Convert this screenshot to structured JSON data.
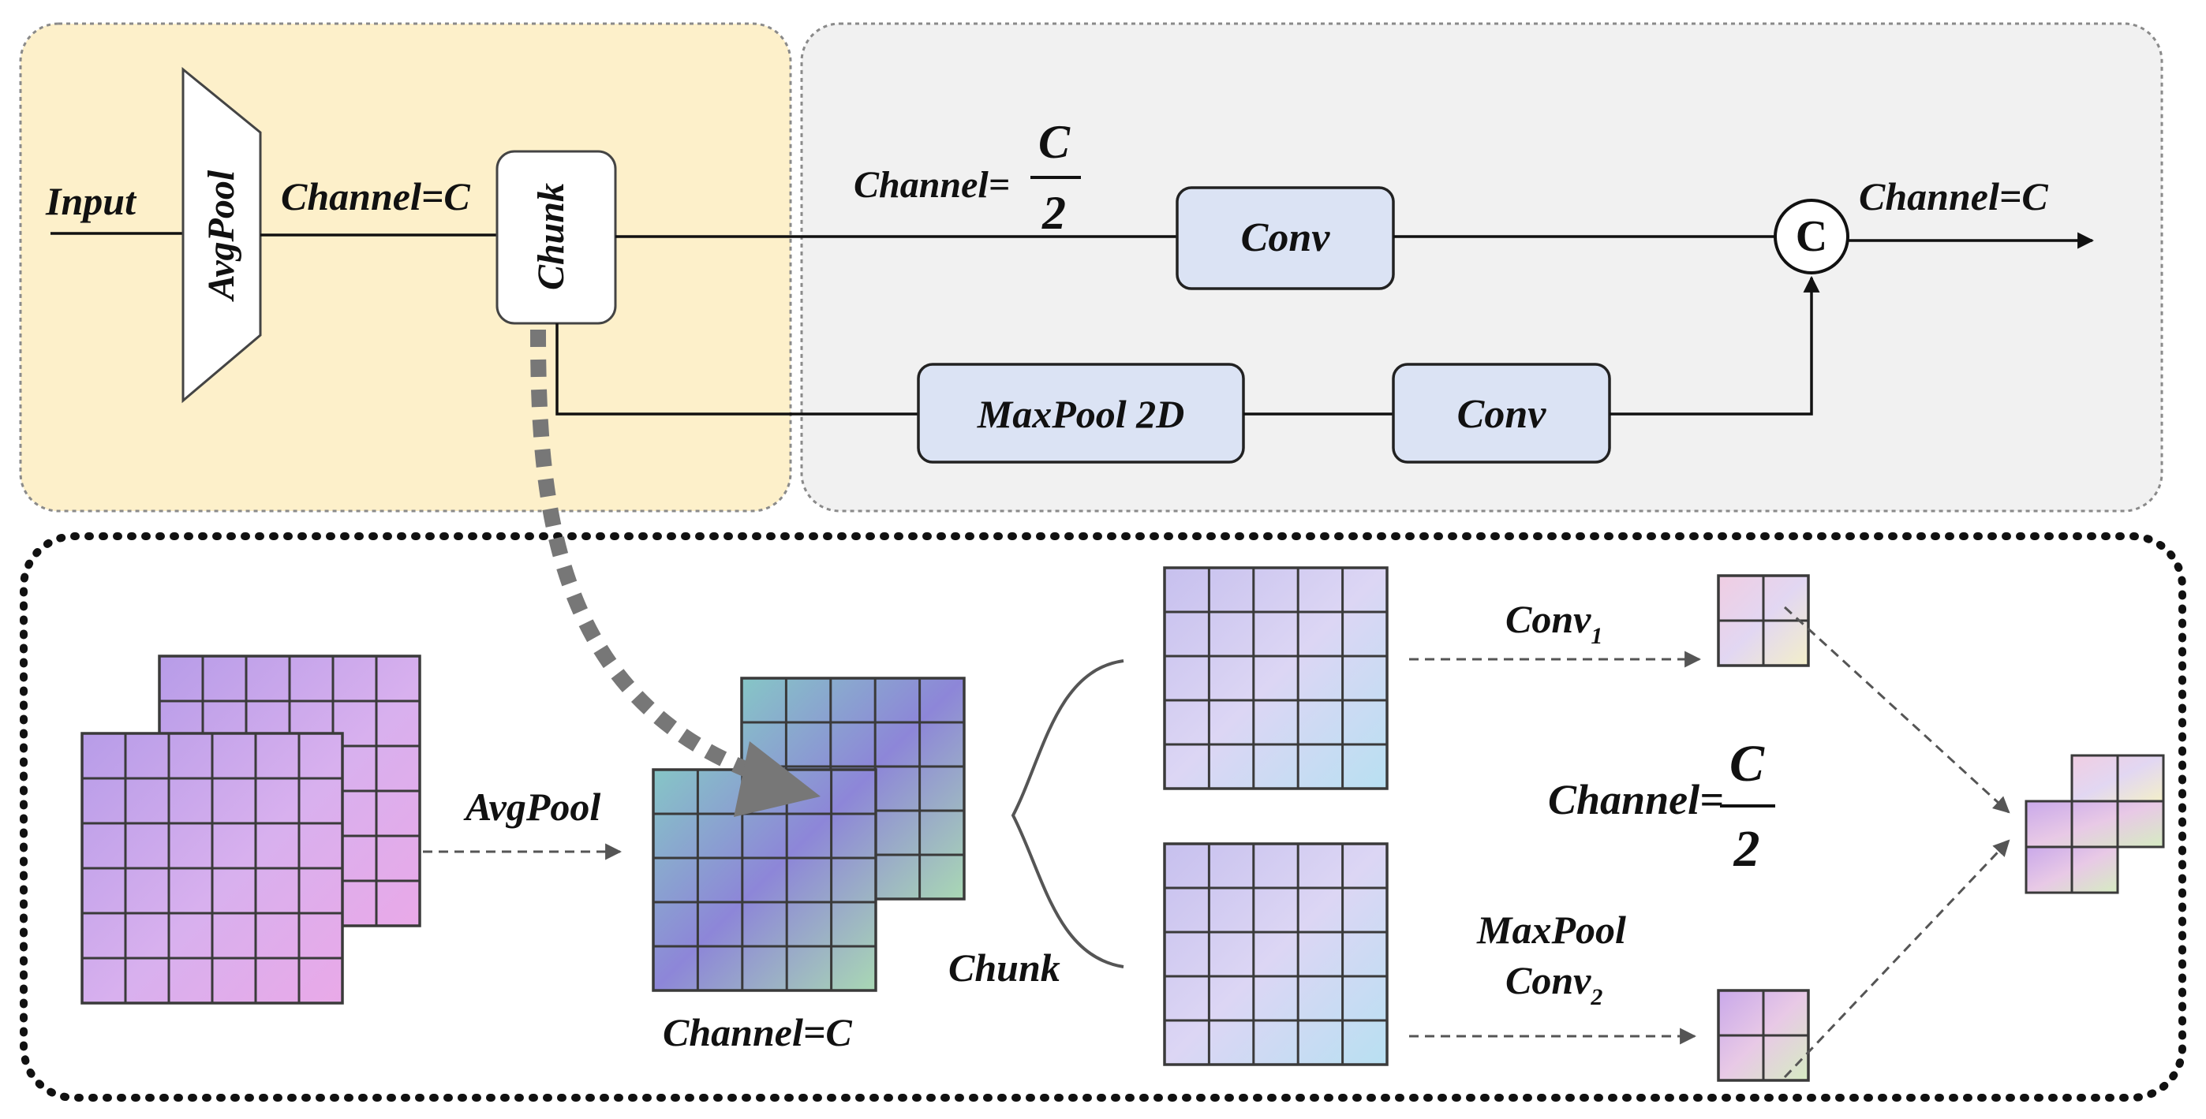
{
  "top": {
    "input_label": "Input",
    "avgpool_label": "AvgPool",
    "channel_c": "Channel=C",
    "chunk_label": "Chunk",
    "channel_half_prefix": "Channel=",
    "fraction_num": "C",
    "fraction_den": "2",
    "conv_top_label": "Conv",
    "maxpool_label": "MaxPool 2D",
    "conv_bottom_label": "Conv",
    "concat_label": "C",
    "channel_out": "Channel=C"
  },
  "bottom": {
    "avgpool_label": "AvgPool",
    "channel_c": "Channel=C",
    "chunk_label": "Chunk",
    "conv1_label": "Conv",
    "conv1_sub": "1",
    "channel_half_prefix": "Channel=",
    "fraction_num": "C",
    "fraction_den": "2",
    "maxpool_label": "MaxPool",
    "conv2_label": "Conv",
    "conv2_sub": "2"
  },
  "colors": {
    "left_panel_fill": "#fdf0ca",
    "right_panel_fill": "#f1f1f1",
    "block_fill": "#dbe3f4",
    "block_stroke": "#222222",
    "arrow_dotted": "#777777"
  },
  "icons": {
    "concat": "circle-c-icon",
    "arrow": "arrow-icon"
  }
}
